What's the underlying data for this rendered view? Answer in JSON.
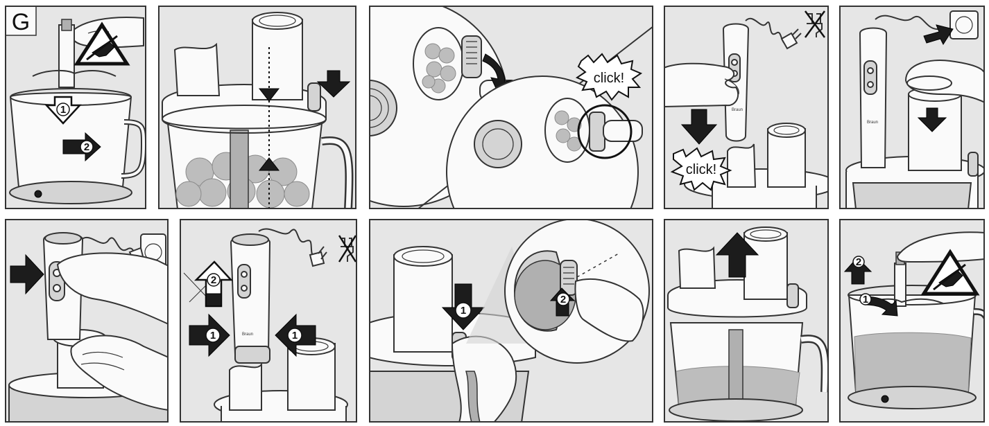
{
  "section_letter": "G",
  "step_numbers": {
    "one": "1",
    "two": "2"
  },
  "click_label": "click!",
  "brand_mark": "Braun",
  "icons": [
    "safety-warning-icon",
    "unplugged-crossed-icon",
    "power-plug-icon",
    "arrow-down-icon",
    "arrow-up-icon",
    "arrow-right-icon",
    "arrow-left-icon",
    "rotate-arrow-icon"
  ],
  "colors": {
    "panel_background": "#e6e6e6",
    "outline": "#333333",
    "arrow": "#1c1c1c",
    "appliance": "#fafafa"
  }
}
